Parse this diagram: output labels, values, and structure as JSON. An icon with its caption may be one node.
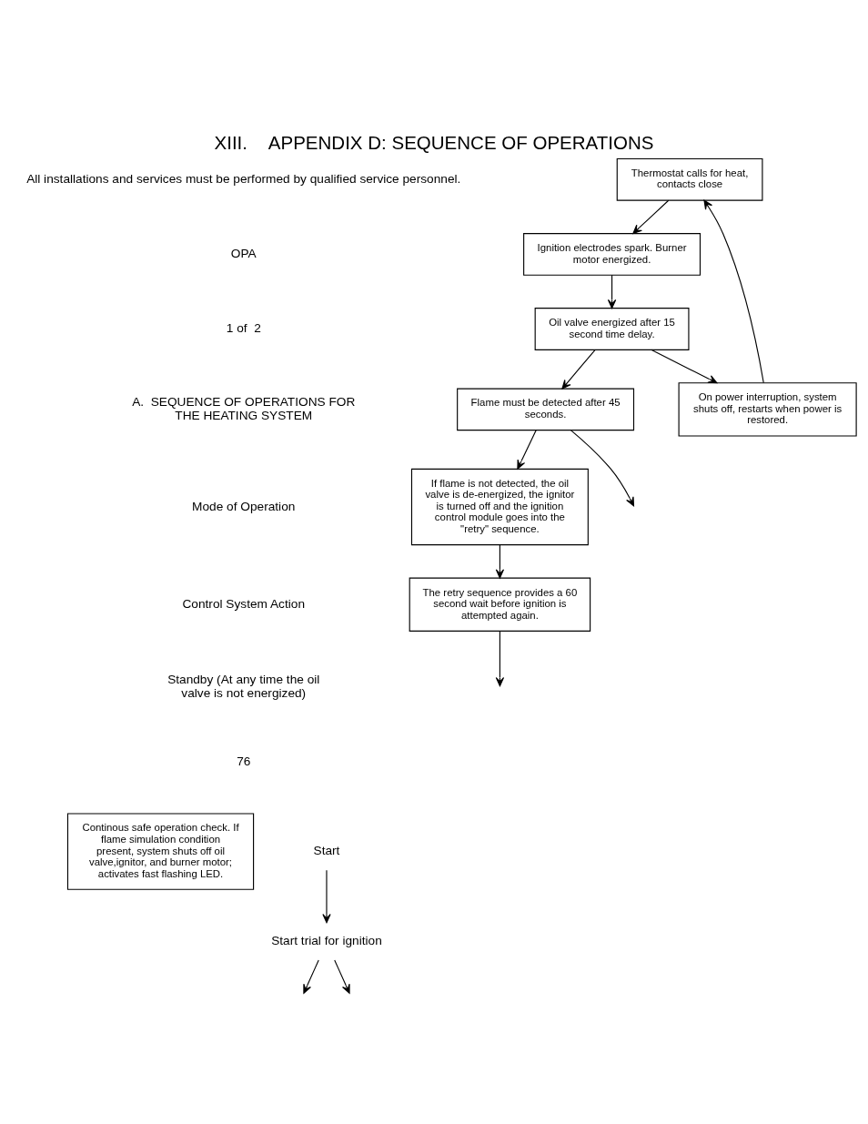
{
  "diagram": {
    "title": "XIII.    APPENDIX D: SEQUENCE OF OPERATIONS",
    "nodes": [
      {
        "text": [
          "Continous safe operation check. If flame simulation condition present, system shuts off oil valve,ignitor, and burner motor; activates fast flashing LED."
        ]
      },
      {
        "text": [
          "Start"
        ]
      },
      {
        "text": [
          "Start trial for ignition"
        ]
      },
      {
        "text": [
          "Thermostat calls for heat, contacts close"
        ]
      },
      {
        "text": [
          "Ignition electrodes spark. Burner motor energized."
        ]
      },
      {
        "text": [
          "Oil valve energized after 15 second time delay."
        ]
      },
      {
        "text": [
          "On power interruption, system shuts off, restarts when power is restored."
        ]
      },
      {
        "text": [
          "Flame must be detected after 45 seconds."
        ]
      },
      {
        "text": [
          "If flame is not detected, the oil valve is de-energized, the ignitor is turned off and the ignition control module goes into the \"retry\" sequence."
        ]
      },
      {
        "text": [
          "The retry sequence provides a 60 second wait before ignition is attempted again."
        ]
      }
    ],
    "edges": [
      {
        "from": 1,
        "to": 2,
        "arrow": "to"
      },
      {
        "from": 2,
        "to": null,
        "arrow": "to"
      },
      {
        "from": 2,
        "to": null,
        "arrow": "to"
      },
      {
        "from": 3,
        "to": 4,
        "arrow": "to"
      },
      {
        "from": 4,
        "to": 5,
        "arrow": "to"
      },
      {
        "from": 5,
        "to": 6,
        "arrow": "to"
      },
      {
        "from": 6,
        "to": 3,
        "arrow": "to"
      },
      {
        "from": 5,
        "to": 7,
        "arrow": "to"
      },
      {
        "from": 7,
        "to": null,
        "arrow": "to"
      },
      {
        "from": 7,
        "to": 8,
        "arrow": "to"
      },
      {
        "from": 8,
        "to": 9,
        "arrow": "to"
      },
      {
        "from": 9,
        "to": null,
        "arrow": "to"
      }
    ],
    "labels": [
      "All installations and services must be performed by qualified service personnel.",
      "OPA",
      "1 of  2",
      "A.  SEQUENCE OF OPERATIONS FOR THE HEATING SYSTEM",
      "Mode of Operation",
      "Control System Action",
      "Standby (At any time the oil valve is not energized)",
      "76"
    ]
  }
}
